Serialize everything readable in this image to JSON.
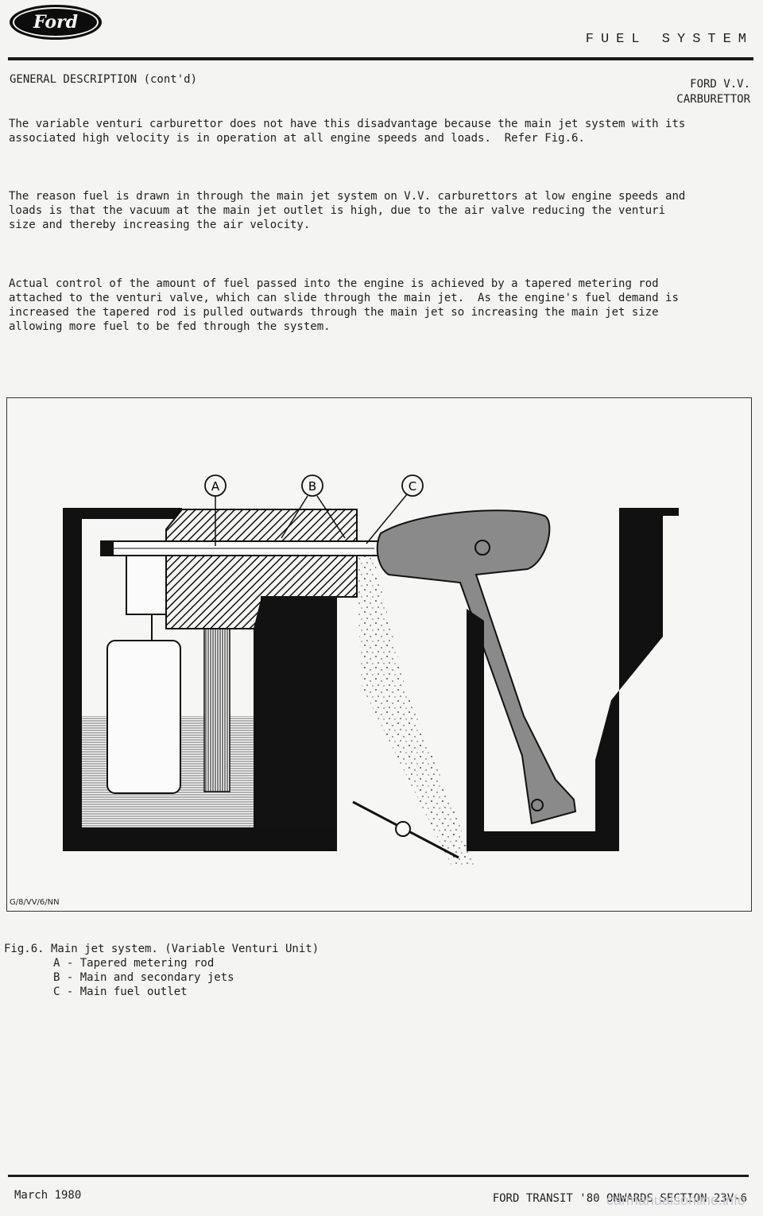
{
  "header": {
    "logo_text": "Ford",
    "section_title": "FUEL SYSTEM"
  },
  "subheading": "GENERAL DESCRIPTION (cont'd)",
  "side_title": {
    "line1": "FORD V.V.",
    "line2": "CARBURETTOR"
  },
  "paragraphs": [
    "The variable venturi carburettor does not have this disadvantage because the main jet system with its\nassociated high velocity is in operation at all engine speeds and loads.  Refer Fig.6.",
    "The reason fuel is drawn in through the main jet system on V.V. carburettors at low engine speeds and\nloads is that the vacuum at the main jet outlet is high, due to the air valve reducing the venturi\nsize and thereby increasing the air velocity.",
    "Actual control of the amount of fuel passed into the engine is achieved by a tapered metering rod\nattached to the venturi valve, which can slide through the main jet.  As the engine's fuel demand is\nincreased the tapered rod is pulled outwards through the main jet so increasing the main jet size\nallowing more fuel to be fed through the system."
  ],
  "figure": {
    "callouts": [
      "A",
      "B",
      "C"
    ],
    "code": "G/8/VV/6/NN",
    "caption_title": "Fig.6. Main jet system. (Variable Venturi Unit)",
    "legend": [
      "A - Tapered metering rod",
      "B - Main and secondary jets",
      "C - Main fuel outlet"
    ]
  },
  "footer": {
    "date": "March 1980",
    "reference": "FORD TRANSIT '80 ONWARDS  SECTION 23V-6",
    "watermark": "carmanualsonline.info"
  }
}
